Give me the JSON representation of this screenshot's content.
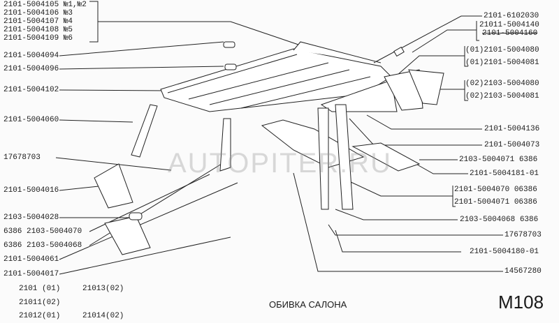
{
  "title": "ОБИВКА САЛОНА",
  "sheet_code": "M108",
  "watermark": "AUTOPITER.RU",
  "left_labels": [
    "2101-5004105 №1,№2",
    "2101-5004106 №3",
    "2101-5004107 №4",
    "2101-5004108 №5",
    "2101-5004109 №6",
    "2101-5004094",
    "2101-5004096",
    "2101-5004102",
    "2101-5004060",
    "17678703",
    "2101-5004016",
    "2103-5004028",
    "6386 2103-5004070",
    "6386 2103-5004068",
    "2101-5004061",
    "2101-5004017"
  ],
  "right_labels": [
    "2101-6102030",
    "21011-5004140",
    "2101-5004160",
    "(01)2101-5004080",
    "(01)2101-5004081",
    "(02)2103-5004080",
    "(02)2103-5004081",
    "2101-5004136",
    "2101-5004073",
    "2103-5004071 6386",
    "2101-5004181-01",
    "2101-5004070 06386",
    "2101-5004071 06386",
    "2103-5004068 6386",
    "17678703",
    "2101-5004180-01",
    "14567280"
  ],
  "model_codes": [
    "2101 (01)",
    "21013(02)",
    "21011(02)",
    "21012(01)",
    "21014(02)"
  ]
}
